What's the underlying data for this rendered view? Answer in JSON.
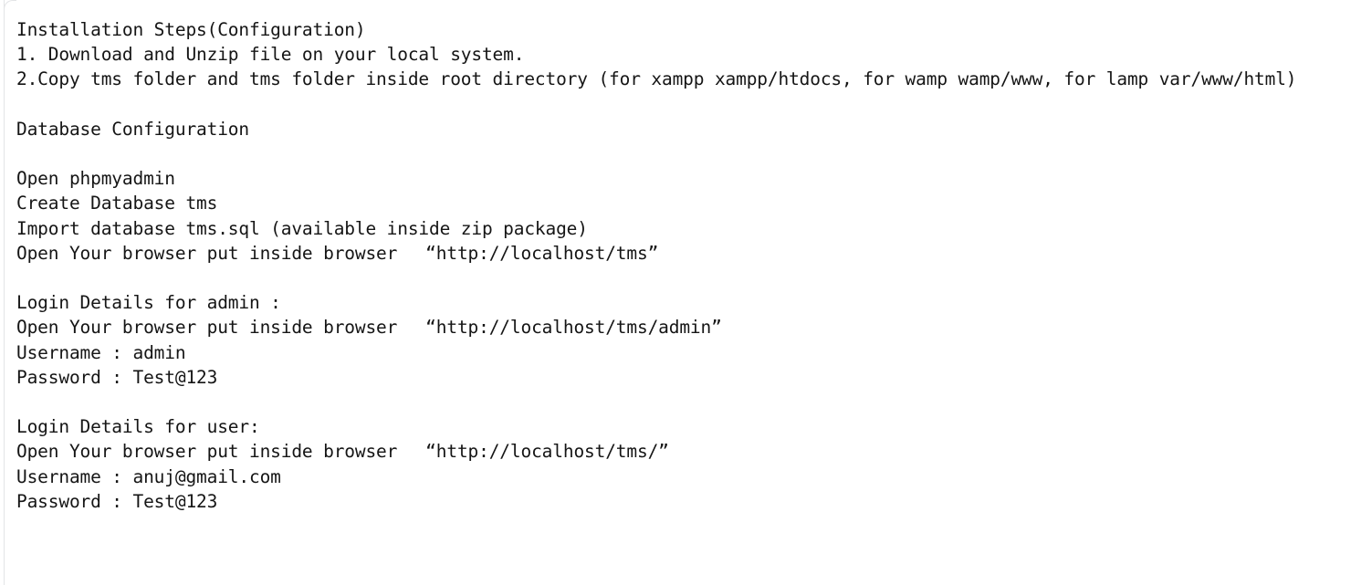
{
  "document": {
    "kind": "plain-text-readme",
    "background_color": "#ffffff",
    "text_color": "#151515",
    "rule_color": "#e3e4e6",
    "lines": [
      {
        "id": "line-1",
        "text": "Installation Steps(Configuration)"
      },
      {
        "id": "line-2",
        "text": "1. Download and Unzip file on your local system."
      },
      {
        "id": "line-3",
        "text": "2.Copy tms folder and tms folder inside root directory (for xampp xampp/htdocs, for wamp wamp/www, for lamp var/www/html)"
      },
      {
        "id": "line-4",
        "text": ""
      },
      {
        "id": "line-5",
        "text": "Database Configuration"
      },
      {
        "id": "line-6",
        "text": ""
      },
      {
        "id": "line-7",
        "text": "Open phpmyadmin"
      },
      {
        "id": "line-8",
        "text": "Create Database tms"
      },
      {
        "id": "line-9",
        "text": "Import database tms.sql (available inside zip package)"
      },
      {
        "id": "line-10",
        "text": "Open Your browser put inside browser 　“http://localhost/tms”"
      },
      {
        "id": "line-11",
        "text": ""
      },
      {
        "id": "line-12",
        "text": "Login Details for admin :"
      },
      {
        "id": "line-13",
        "text": "Open Your browser put inside browser 　“http://localhost/tms/admin”"
      },
      {
        "id": "line-14",
        "text": "Username : admin"
      },
      {
        "id": "line-15",
        "text": "Password : Test@123"
      },
      {
        "id": "line-16",
        "text": ""
      },
      {
        "id": "line-17",
        "text": "Login Details for user:"
      },
      {
        "id": "line-18",
        "text": "Open Your browser put inside browser 　“http://localhost/tms/”"
      },
      {
        "id": "line-19",
        "text": "Username : anuj@gmail.com"
      },
      {
        "id": "line-20",
        "text": "Password : Test@123"
      }
    ],
    "sections": {
      "installation_heading": "Installation Steps(Configuration)",
      "step_1": "1. Download and Unzip file on your local system.",
      "step_2": "2.Copy tms folder and tms folder inside root directory (for xampp xampp/htdocs, for wamp wamp/www, for lamp var/www/html)",
      "database_heading": "Database Configuration",
      "db_step_1": "Open phpmyadmin",
      "db_step_2": "Create Database tms",
      "db_step_3": "Import database tms.sql (available inside zip package)",
      "db_step_4_url": "http://localhost/tms",
      "admin_heading": "Login Details for admin :",
      "admin_url": "http://localhost/tms/admin",
      "admin_username": "admin",
      "admin_password": "Test@123",
      "user_heading": "Login Details for user:",
      "user_url": "http://localhost/tms/",
      "user_username": "anuj@gmail.com",
      "user_password": "Test@123"
    }
  }
}
